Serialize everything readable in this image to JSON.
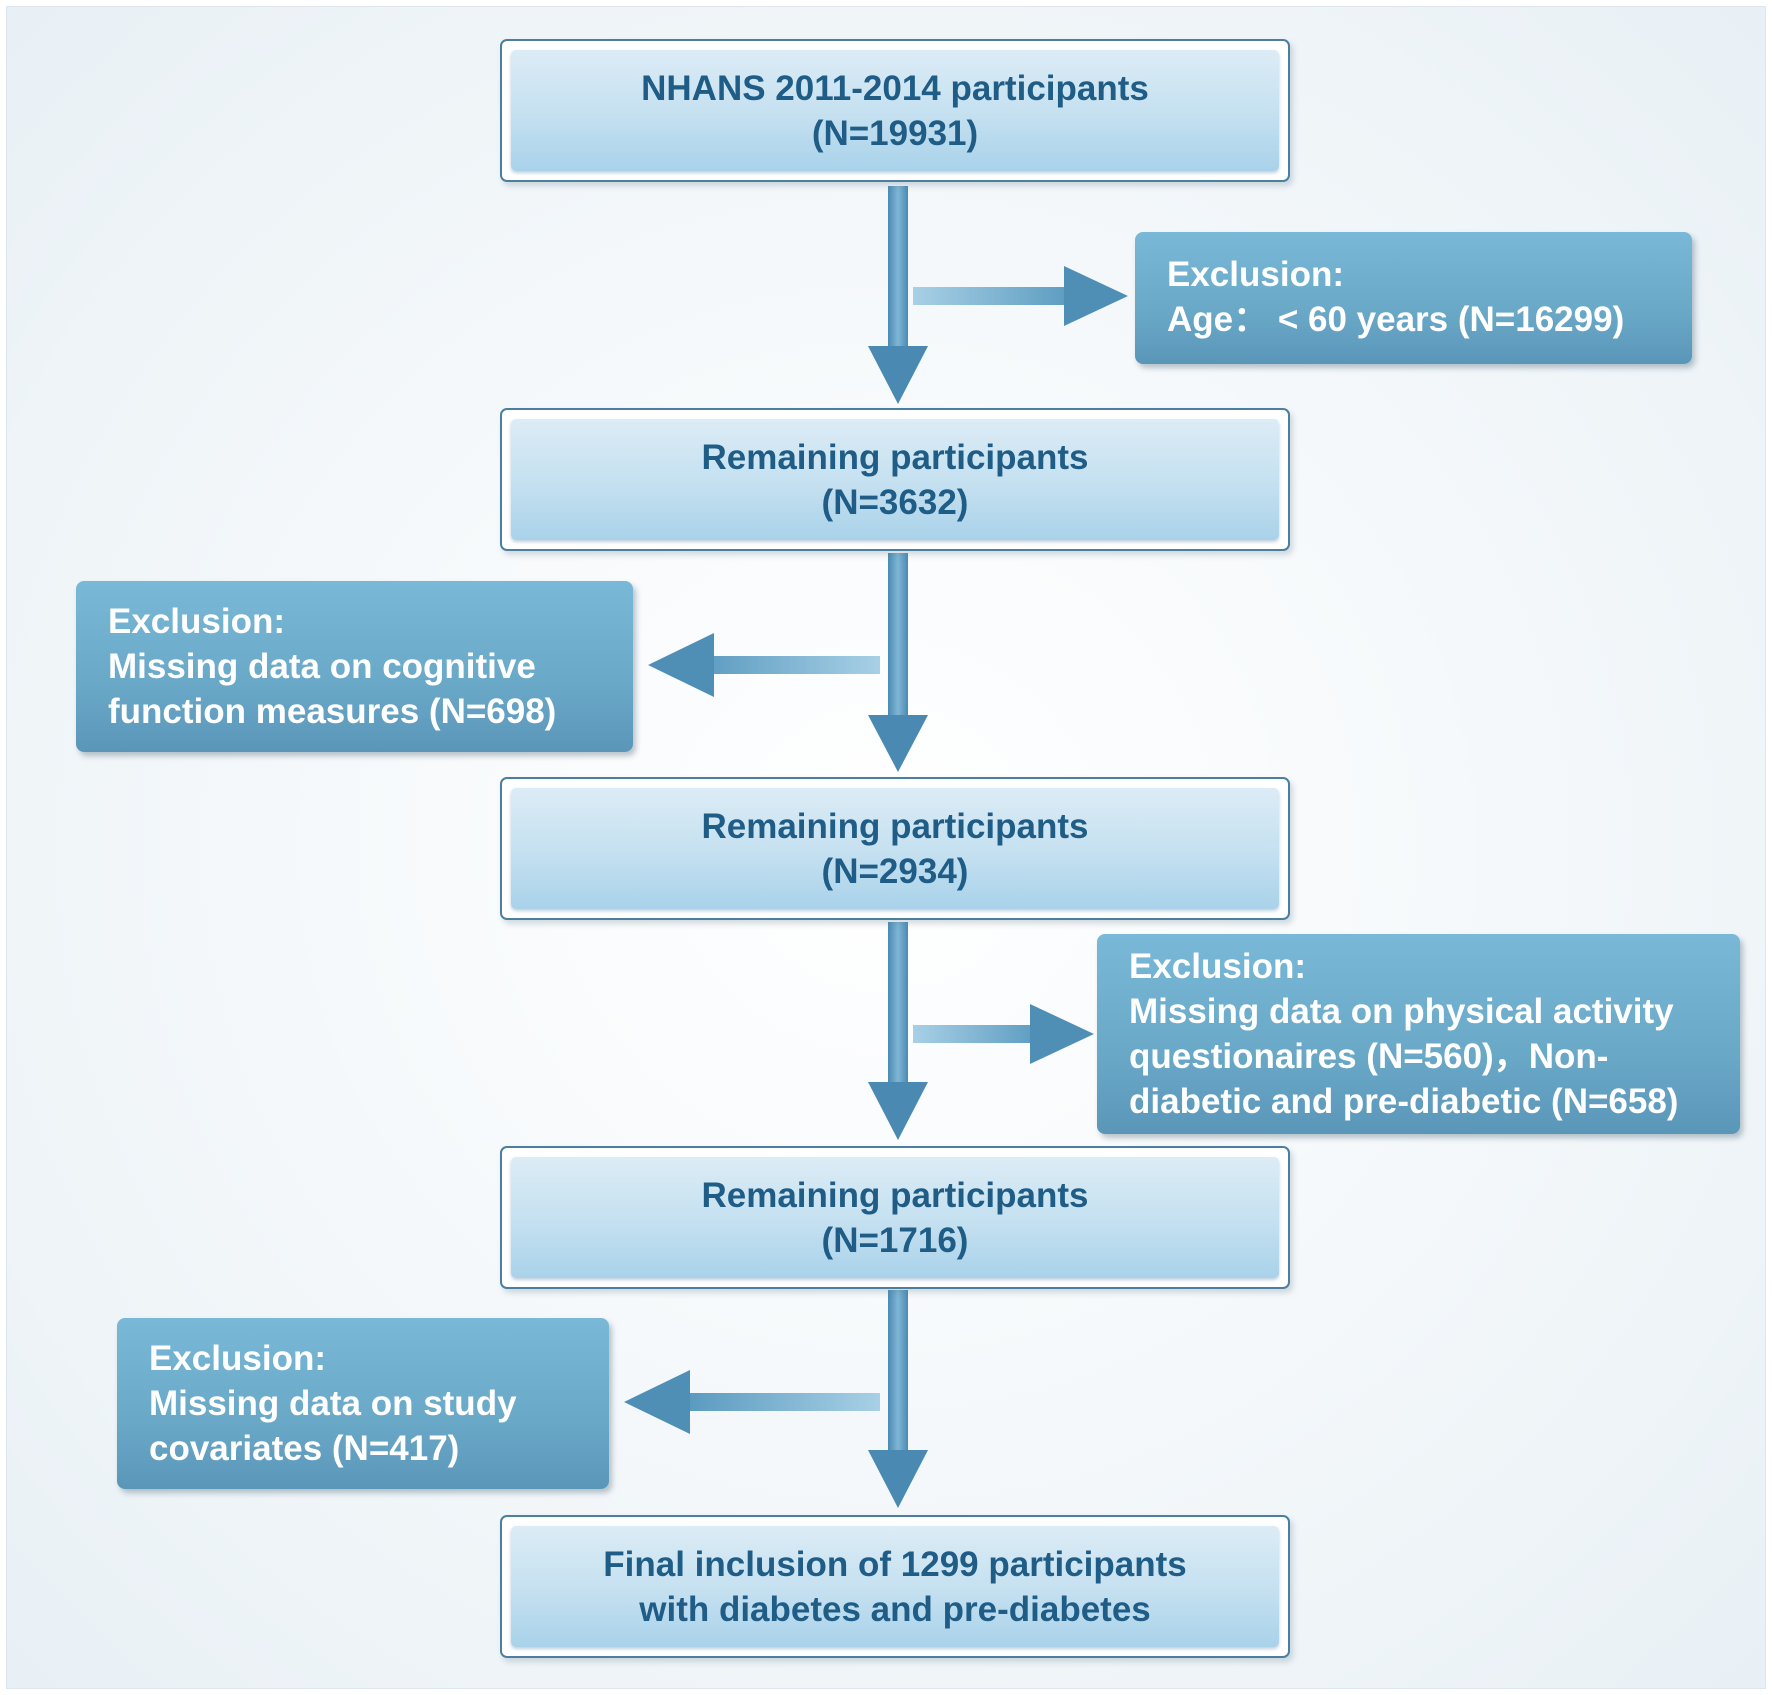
{
  "flow": {
    "box1": {
      "line1": "NHANS 2011-2014 participants",
      "line2": "(N=19931)"
    },
    "box2": {
      "line1": "Remaining participants",
      "line2": "(N=3632)"
    },
    "box3": {
      "line1": "Remaining participants",
      "line2": "(N=2934)"
    },
    "box4": {
      "line1": "Remaining participants",
      "line2": "(N=1716)"
    },
    "box5": {
      "line1": "Final inclusion of 1299 participants",
      "line2": "with diabetes and pre-diabetes"
    }
  },
  "exclusions": {
    "ex1": {
      "heading": "Exclusion:",
      "line1": "Age： < 60 years (N=16299)"
    },
    "ex2": {
      "heading": "Exclusion:",
      "line1": "Missing data on cognitive",
      "line2": "function measures (N=698)"
    },
    "ex3": {
      "heading": "Exclusion:",
      "line1": "Missing data on physical activity",
      "line2": "questionaires (N=560)，Non-",
      "line3": "diabetic and pre-diabetic (N=658)"
    },
    "ex4": {
      "heading": "Exclusion:",
      "line1": "Missing data on study",
      "line2": "covariates (N=417)"
    }
  },
  "colors": {
    "main_text": "#1f5d87",
    "main_border": "#4a7fa0",
    "exclusion_fill": "#6aa8c8",
    "arrow": "#5b9bc0"
  }
}
